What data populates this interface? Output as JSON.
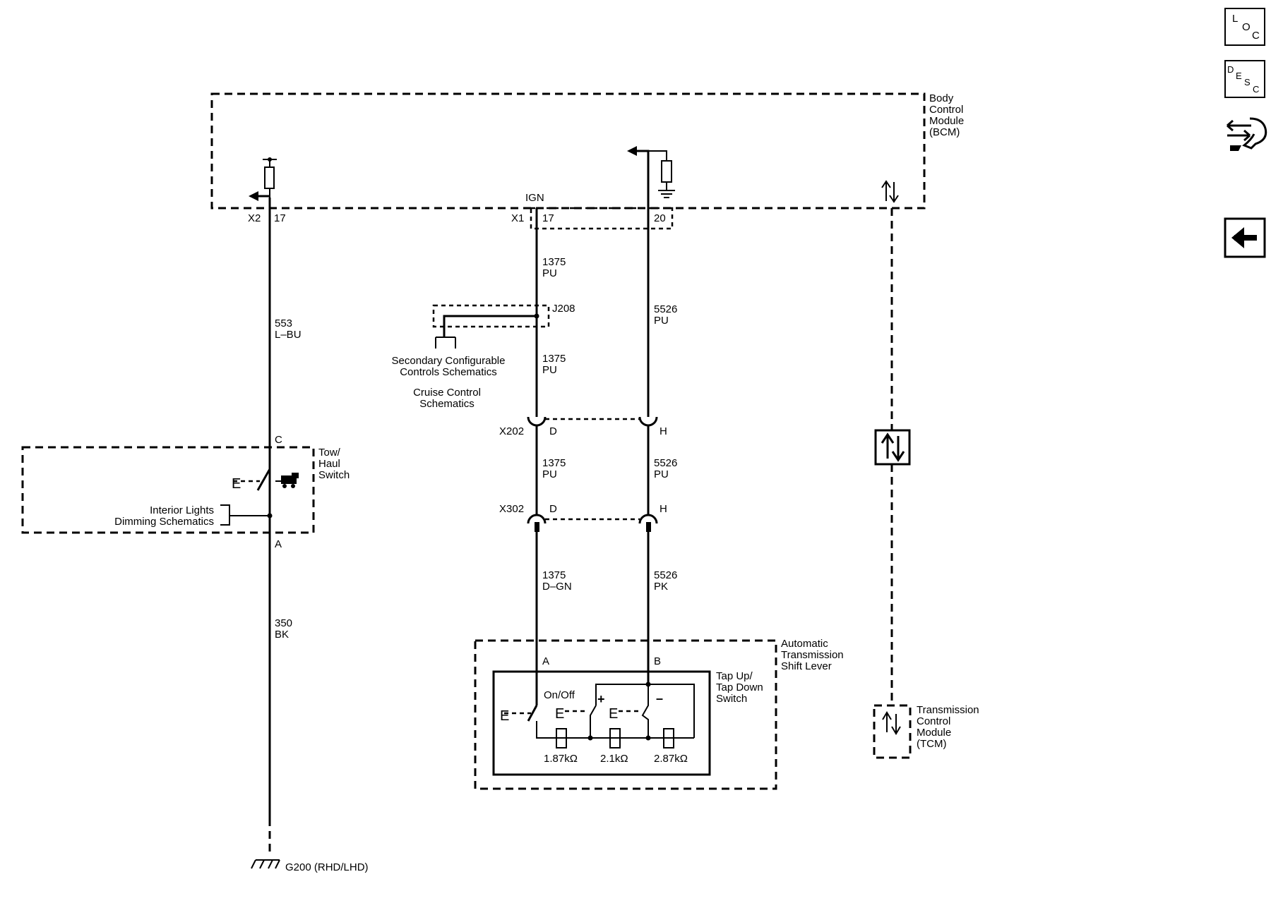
{
  "nav": {
    "loc_letters": [
      "L",
      "O",
      "C"
    ],
    "desc_letters": [
      "D",
      "E",
      "S",
      "C"
    ]
  },
  "bcm": {
    "label": [
      "Body",
      "Control",
      "Module",
      "(BCM)"
    ],
    "x2": "X2",
    "x2_pin": "17",
    "ign": "IGN",
    "x1": "X1",
    "x1_pin": "17",
    "x1_pin2": "20"
  },
  "wires": {
    "w553": [
      "553",
      "L–BU"
    ],
    "w1375a": [
      "1375",
      "PU"
    ],
    "w1375b": [
      "1375",
      "PU"
    ],
    "w1375c": [
      "1375",
      "PU"
    ],
    "w1375d": [
      "1375",
      "D–GN"
    ],
    "w5526a": [
      "5526",
      "PU"
    ],
    "w5526b": [
      "5526",
      "PU"
    ],
    "w5526c": [
      "5526",
      "PK"
    ],
    "w350": [
      "350",
      "BK"
    ]
  },
  "splice": {
    "name": "J208",
    "ref1": [
      "Secondary Configurable",
      "Controls Schematics"
    ],
    "ref2": [
      "Cruise Control",
      "Schematics"
    ]
  },
  "connectors": {
    "x202": "X202",
    "x202_d": "D",
    "x202_h": "H",
    "x302": "X302",
    "x302_d": "D",
    "x302_h": "H"
  },
  "tow": {
    "label": [
      "Tow/",
      "Haul",
      "Switch"
    ],
    "pin_c": "C",
    "pin_a": "A",
    "ref": [
      "Interior Lights",
      "Dimming Schematics"
    ],
    "e": "E"
  },
  "ground": {
    "label": "G200 (RHD/LHD)"
  },
  "shift": {
    "label": [
      "Automatic",
      "Transmission",
      "Shift Lever"
    ],
    "sub": [
      "Tap Up/",
      "Tap Down",
      "Switch"
    ],
    "pin_a": "A",
    "pin_b": "B",
    "onoff": "On/Off",
    "plus": "+",
    "minus": "–",
    "e": "E",
    "r1": "1.87kΩ",
    "r2": "2.1kΩ",
    "r3": "2.87kΩ"
  },
  "tcm": {
    "label": [
      "Transmission",
      "Control",
      "Module",
      "(TCM)"
    ]
  }
}
